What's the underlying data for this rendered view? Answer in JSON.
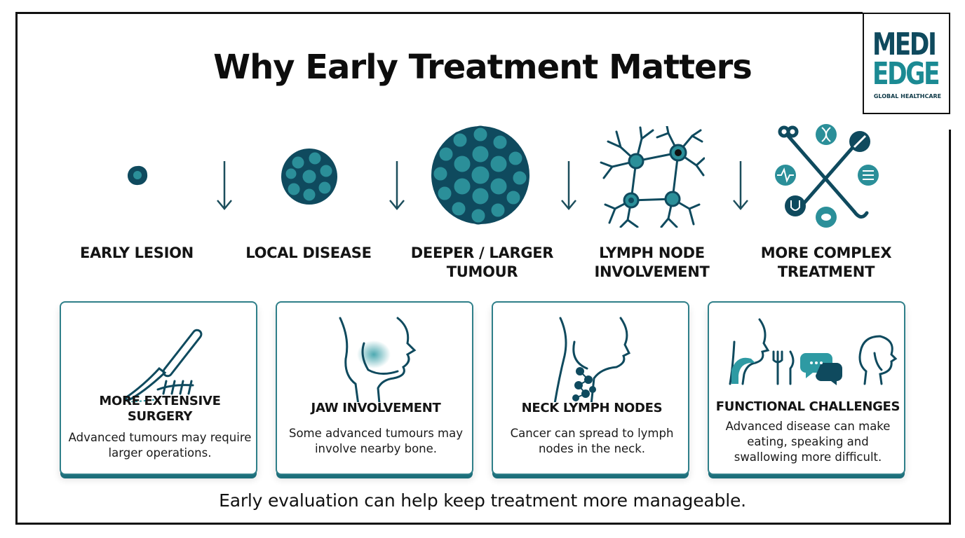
{
  "logo": {
    "line1": "MEDI",
    "line2": "EDGE",
    "subtitle": "GLOBAL HEALTHCARE"
  },
  "title": "Why Early Treatment Matters",
  "stages": [
    {
      "label": "EARLY LESION",
      "icon": "single-cell-icon"
    },
    {
      "label": "LOCAL DISEASE",
      "icon": "cell-cluster-icon"
    },
    {
      "label": "DEEPER / LARGER TUMOUR",
      "icon": "large-tumour-icon"
    },
    {
      "label": "LYMPH NODE INVOLVEMENT",
      "icon": "lymph-network-icon"
    },
    {
      "label": "MORE COMPLEX TREATMENT",
      "icon": "treatment-tools-icon"
    }
  ],
  "cards": [
    {
      "title": "MORE EXTENSIVE SURGERY",
      "text": "Advanced tumours may require larger operations.",
      "icon": "scalpel-icon"
    },
    {
      "title": "JAW INVOLVEMENT",
      "text": "Some advanced tumours may involve nearby bone.",
      "icon": "jaw-profile-icon"
    },
    {
      "title": "NECK LYMPH NODES",
      "text": "Cancer can spread to lymph nodes in the neck.",
      "icon": "neck-nodes-icon"
    },
    {
      "title": "FUNCTIONAL CHALLENGES",
      "text": "Advanced disease can make eating, speaking and swallowing more difficult.",
      "icon": "function-icons"
    }
  ],
  "footer": "Early evaluation can help keep treatment more manageable.",
  "colors": {
    "primary": "#0f4a5e",
    "accent": "#1b8a93",
    "teal_light": "#2e9aa3",
    "card_border": "#2f7f89"
  }
}
